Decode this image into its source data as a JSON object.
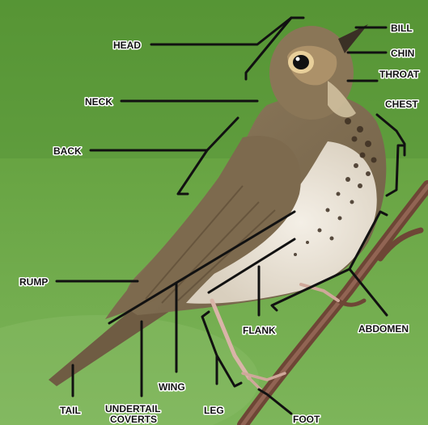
{
  "labels": {
    "head": "HEAD",
    "bill": "BILL",
    "chin": "CHIN",
    "throat": "THROAT",
    "neck": "NECK",
    "chest": "CHEST",
    "back": "BACK",
    "rump": "RUMP",
    "flank": "FLANK",
    "abdomen": "ABDOMEN",
    "wing": "WING",
    "tail": "TAIL",
    "undertail_coverts_line1": "UNDERTAIL",
    "undertail_coverts_line2": "COVERTS",
    "leg": "LEG",
    "foot": "FOOT"
  },
  "colors": {
    "background_top": "#5d9a3a",
    "background_bottom": "#79b05a",
    "plumage": "#8a7556",
    "belly": "#ece6dc",
    "branch": "#7a5040",
    "leader_line": "#111111",
    "label_text": "#111111"
  }
}
